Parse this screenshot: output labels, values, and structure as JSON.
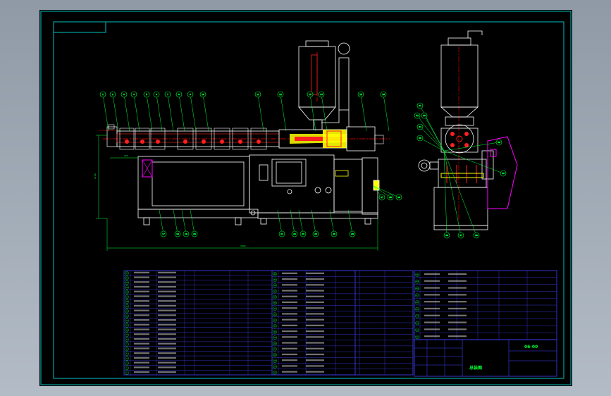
{
  "colors": {
    "viewport_bg": "#9aa3ad",
    "sheet_bg": "#000000",
    "border": "#00c0c0",
    "outline": "#ffffff",
    "part_yellow": "#ffff00",
    "part_red": "#ff2020",
    "leader_green": "#00ff33",
    "centerline_red": "#ff0000",
    "table_blue": "#4040ff",
    "magenta": "#ff00ff"
  },
  "title_block": {
    "drawing_title": "总装图",
    "drawing_number": "06-00"
  },
  "dimensions": {
    "overall_length": "3800",
    "overall_height": "2100",
    "feed_length": "260"
  },
  "front_view_balloons": [
    "1",
    "2",
    "3",
    "4",
    "5",
    "6",
    "7",
    "8",
    "9",
    "10",
    "11",
    "12",
    "13",
    "14",
    "15",
    "16",
    "17",
    "18",
    "19",
    "20",
    "21",
    "22",
    "23",
    "24",
    "25",
    "26",
    "27",
    "28",
    "29",
    "30"
  ],
  "side_view_balloons": [
    "31",
    "32",
    "33",
    "34",
    "35",
    "36",
    "37",
    "38",
    "39",
    "40"
  ],
  "parts_list_left_numbers": [
    "1",
    "2",
    "3",
    "4",
    "5",
    "6",
    "7",
    "8",
    "9",
    "10",
    "11",
    "12",
    "13",
    "14",
    "15",
    "16",
    "17",
    "18",
    "19",
    "20",
    "21",
    "22"
  ],
  "parts_list_mid_numbers": [
    "23",
    "24",
    "25",
    "26",
    "27",
    "28",
    "29",
    "30",
    "31",
    "32",
    "33",
    "34",
    "35",
    "36",
    "37",
    "38",
    "39",
    "40"
  ],
  "parts_list_right_numbers": [
    "41",
    "42",
    "43",
    "44",
    "45",
    "46",
    "47",
    "48",
    "49",
    "50"
  ]
}
